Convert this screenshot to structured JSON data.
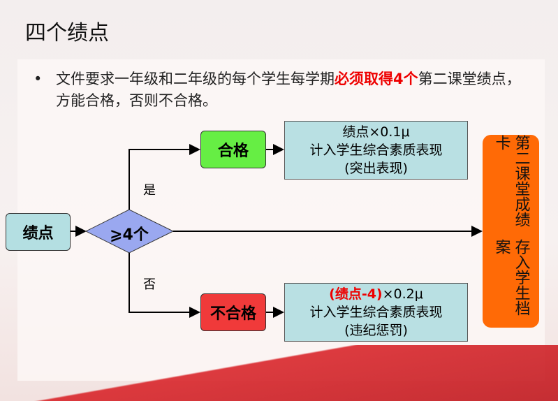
{
  "title": "四个绩点",
  "bullet": {
    "text1": "文件要求一年级和二年级的每个学生每学期",
    "highlight": "必须取得4个",
    "text2": "第二课堂绩点，方能合格，否则不合格。"
  },
  "flow": {
    "start": "绩点",
    "decision": "⩾4个",
    "yes": "是",
    "no": "否",
    "pass": "合格",
    "fail": "不合格",
    "pass_info": {
      "line1": "绩点×0.1μ",
      "line2": "计入学生综合素质表现",
      "line3": "(突出表现)"
    },
    "fail_info": {
      "line1_red": "(绩点-4)",
      "line1": "×0.2μ",
      "line2": "计入学生综合素质表现",
      "line3": "(违纪惩罚)"
    },
    "card": {
      "line1": "第二课堂成绩卡",
      "line2": "存入学生档案"
    }
  }
}
